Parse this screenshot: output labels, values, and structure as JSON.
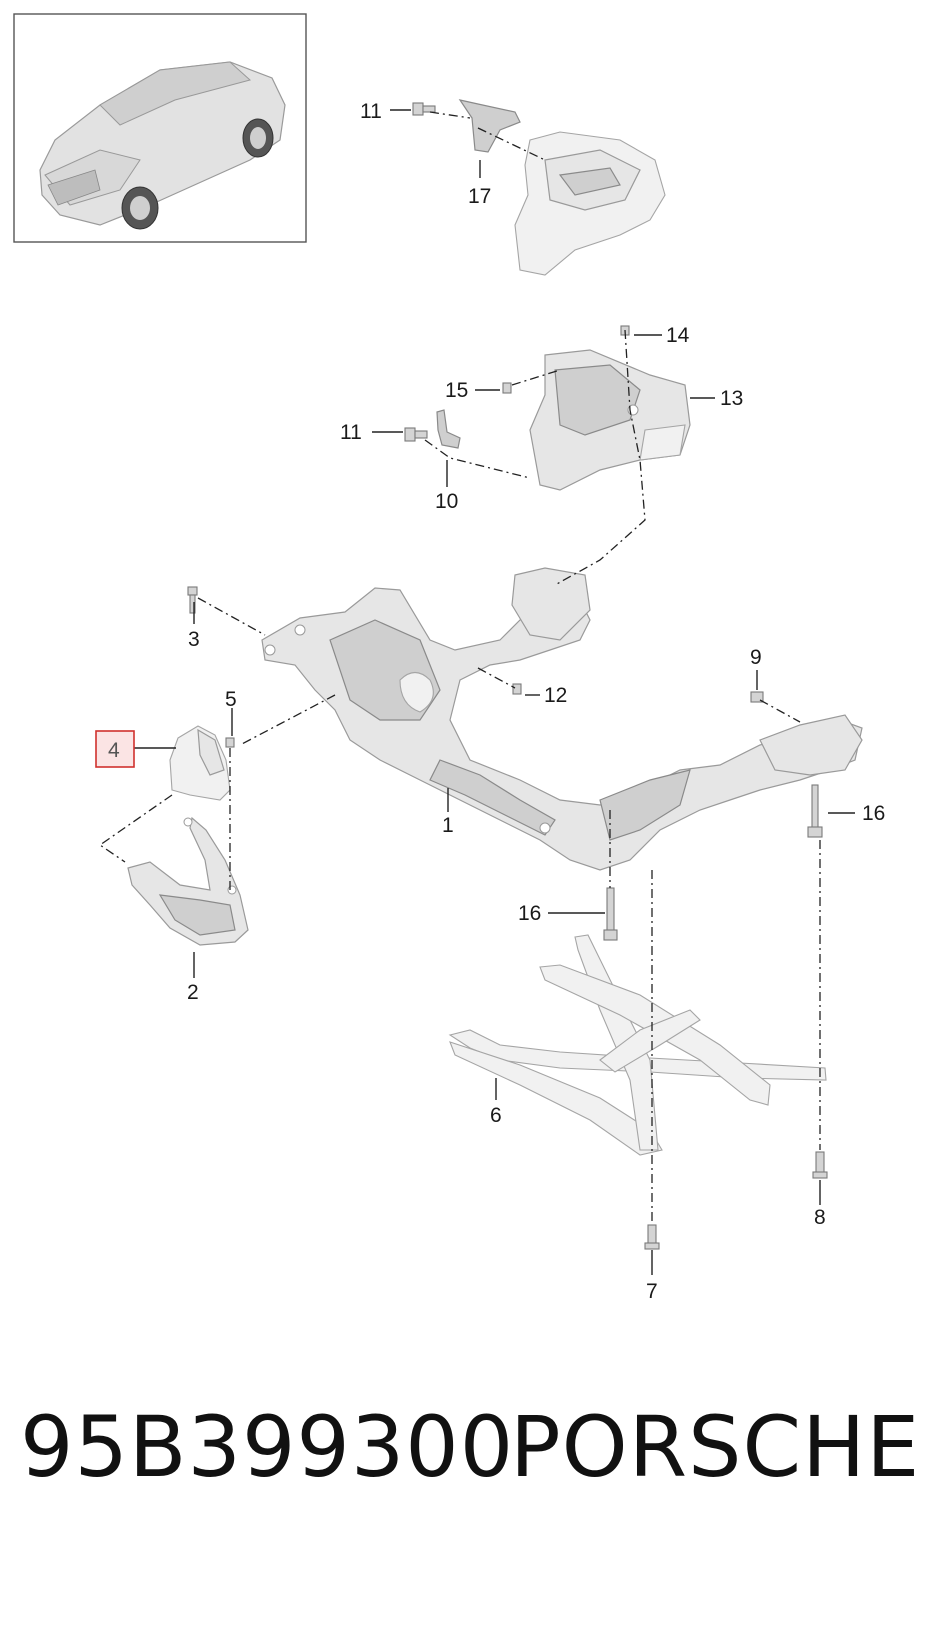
{
  "callouts": {
    "c1": "1",
    "c2": "2",
    "c3": "3",
    "c4": "4",
    "c5": "5",
    "c6": "6",
    "c7": "7",
    "c8": "8",
    "c9": "9",
    "c10": "10",
    "c11a": "11",
    "c11b": "11",
    "c12": "12",
    "c13": "13",
    "c14": "14",
    "c15": "15",
    "c16a": "16",
    "c16b": "16",
    "c17": "17"
  },
  "highlight": {
    "callout": "4",
    "border_color": "#d0312d",
    "fill_color": "#fbe4e4"
  },
  "caption": {
    "part_number": "95B399300",
    "brand": "PORSCHE"
  },
  "icons": [
    "vehicle-thumbnail-icon"
  ]
}
